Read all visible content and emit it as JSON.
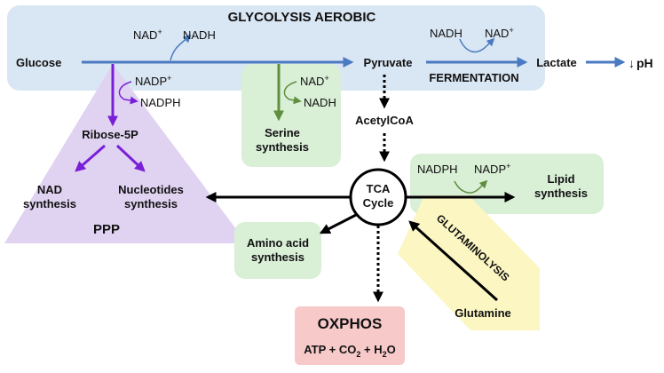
{
  "title": "GLYCOLYSIS AEROBIC",
  "nodes": {
    "glucose": "Glucose",
    "pyruvate": "Pyruvate",
    "lactate": "Lactate",
    "ph": "pH",
    "acetylcoa": "AcetylCoA",
    "tca_line1": "TCA",
    "tca_line2": "Cycle",
    "ribose": "Ribose-5P",
    "nad_synth_1": "NAD",
    "nad_synth_2": "synthesis",
    "nucleotides_1": "Nucleotides",
    "nucleotides_2": "synthesis",
    "ppp": "PPP",
    "serine_1": "Serine",
    "serine_2": "synthesis",
    "lipid_1": "Lipid",
    "lipid_2": "synthesis",
    "amino_1": "Amino acid",
    "amino_2": "synthesis",
    "glutaminolysis": "GLUTAMINOLYSIS",
    "glutamine": "Glutamine",
    "oxphos": "OXPHOS",
    "fermentation": "FERMENTATION"
  },
  "cofactors": {
    "nad_glyc": "NAD",
    "nadh_glyc": "NADH",
    "nadh_ferm": "NADH",
    "nad_ferm": "NAD",
    "nadp_ppp": "NADP",
    "nadph_ppp": "NADPH",
    "nad_ser": "NAD",
    "nadh_ser": "NADH",
    "nadph_lip": "NADPH",
    "nadp_lip": "NADP",
    "plus": "+"
  },
  "oxphos_products": {
    "atp": "ATP + CO",
    "sub2a": "2",
    "mid": " + H",
    "sub2b": "2",
    "end": "O"
  },
  "colors": {
    "glycolysis_bg": "#d9e6f3",
    "main_arrow": "#4a7ac1",
    "ppp_bg": "#e0d3f2",
    "ppp_arrow": "#7a1fd8",
    "green_bg": "#d9efd6",
    "green_arrow": "#5f8f3e",
    "yellow_bg": "#fbf6c2",
    "oxphos_bg": "#f7c9c9"
  }
}
